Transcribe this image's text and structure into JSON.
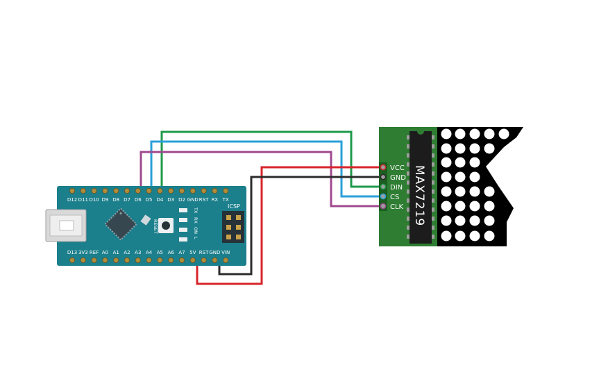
{
  "arduino": {
    "top_pins": [
      "D12",
      "D11",
      "D10",
      "D9",
      "D8",
      "D7",
      "D6",
      "D5",
      "D4",
      "D3",
      "D2",
      "GND",
      "RST",
      "RX",
      "TX"
    ],
    "bottom_pins": [
      "D13",
      "3V3",
      "REF",
      "A0",
      "A1",
      "A2",
      "A3",
      "A4",
      "A5",
      "A6",
      "A7",
      "5V",
      "RST",
      "GND",
      "VIN"
    ],
    "side_labels": [
      "TX",
      "RX",
      "ON",
      "L"
    ],
    "icsp_label": "ICSP",
    "reset_label": "RESET"
  },
  "module": {
    "pins": [
      "VCC",
      "GND",
      "DIN",
      "CS",
      "CLK"
    ],
    "chip_label": "MAX7219"
  },
  "wires": [
    {
      "from": "D4",
      "to": "DIN",
      "color": "#1e9a4a"
    },
    {
      "from": "D5",
      "to": "CS",
      "color": "#2a9fd8"
    },
    {
      "from": "D6",
      "to": "CLK",
      "color": "#a0488e"
    },
    {
      "from": "5V",
      "to": "VCC",
      "color": "#d8242b"
    },
    {
      "from": "GND",
      "to": "GND",
      "color": "#2b2b2b"
    }
  ],
  "colors": {
    "board": "#1b7f8c",
    "module_pcb": "#2e7d32",
    "chip": "#1c1c1c",
    "led_matrix": "#000000"
  }
}
